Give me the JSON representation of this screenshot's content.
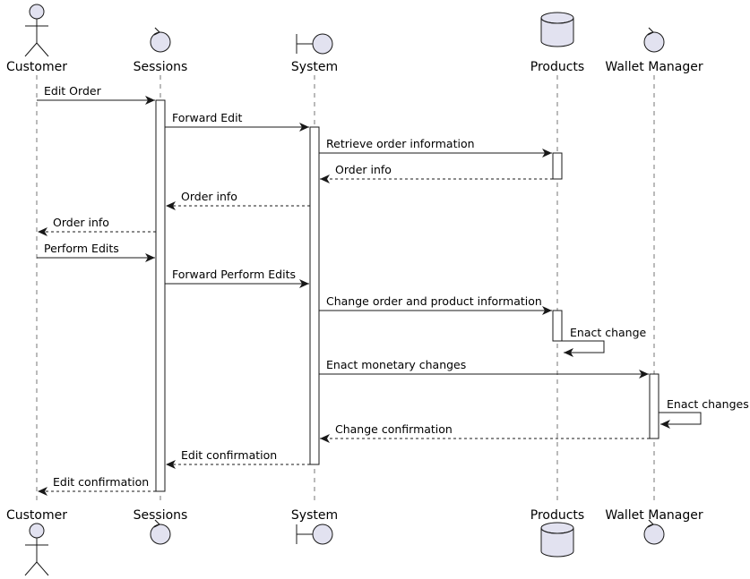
{
  "colors": {
    "participant_fill": "#e2e2f0",
    "participant_stroke": "#181818",
    "activation_fill": "#ffffff",
    "lifeline": "#555555",
    "arrow": "#181818"
  },
  "participants": [
    {
      "id": "customer",
      "name": "Customer",
      "type": "actor"
    },
    {
      "id": "sessions",
      "name": "Sessions",
      "type": "control"
    },
    {
      "id": "system",
      "name": "System",
      "type": "boundary"
    },
    {
      "id": "products",
      "name": "Products",
      "type": "database"
    },
    {
      "id": "wallet",
      "name": "Wallet Manager",
      "type": "control"
    }
  ],
  "messages": [
    {
      "from": "customer",
      "to": "sessions",
      "label": "Edit Order",
      "kind": "sync"
    },
    {
      "from": "sessions",
      "to": "system",
      "label": "Forward Edit",
      "kind": "sync"
    },
    {
      "from": "system",
      "to": "products",
      "label": "Retrieve order information",
      "kind": "sync"
    },
    {
      "from": "products",
      "to": "system",
      "label": "Order info",
      "kind": "reply"
    },
    {
      "from": "system",
      "to": "sessions",
      "label": "Order info",
      "kind": "reply"
    },
    {
      "from": "sessions",
      "to": "customer",
      "label": "Order info",
      "kind": "reply"
    },
    {
      "from": "customer",
      "to": "sessions",
      "label": "Perform Edits",
      "kind": "sync"
    },
    {
      "from": "sessions",
      "to": "system",
      "label": "Forward Perform Edits",
      "kind": "sync"
    },
    {
      "from": "system",
      "to": "products",
      "label": "Change order and product information",
      "kind": "sync"
    },
    {
      "from": "products",
      "to": "products",
      "label": "Enact change",
      "kind": "self"
    },
    {
      "from": "system",
      "to": "wallet",
      "label": "Enact monetary changes",
      "kind": "sync"
    },
    {
      "from": "wallet",
      "to": "wallet",
      "label": "Enact changes",
      "kind": "self"
    },
    {
      "from": "wallet",
      "to": "system",
      "label": "Change confirmation",
      "kind": "reply"
    },
    {
      "from": "system",
      "to": "sessions",
      "label": "Edit confirmation",
      "kind": "reply"
    },
    {
      "from": "sessions",
      "to": "customer",
      "label": "Edit confirmation",
      "kind": "reply"
    }
  ]
}
